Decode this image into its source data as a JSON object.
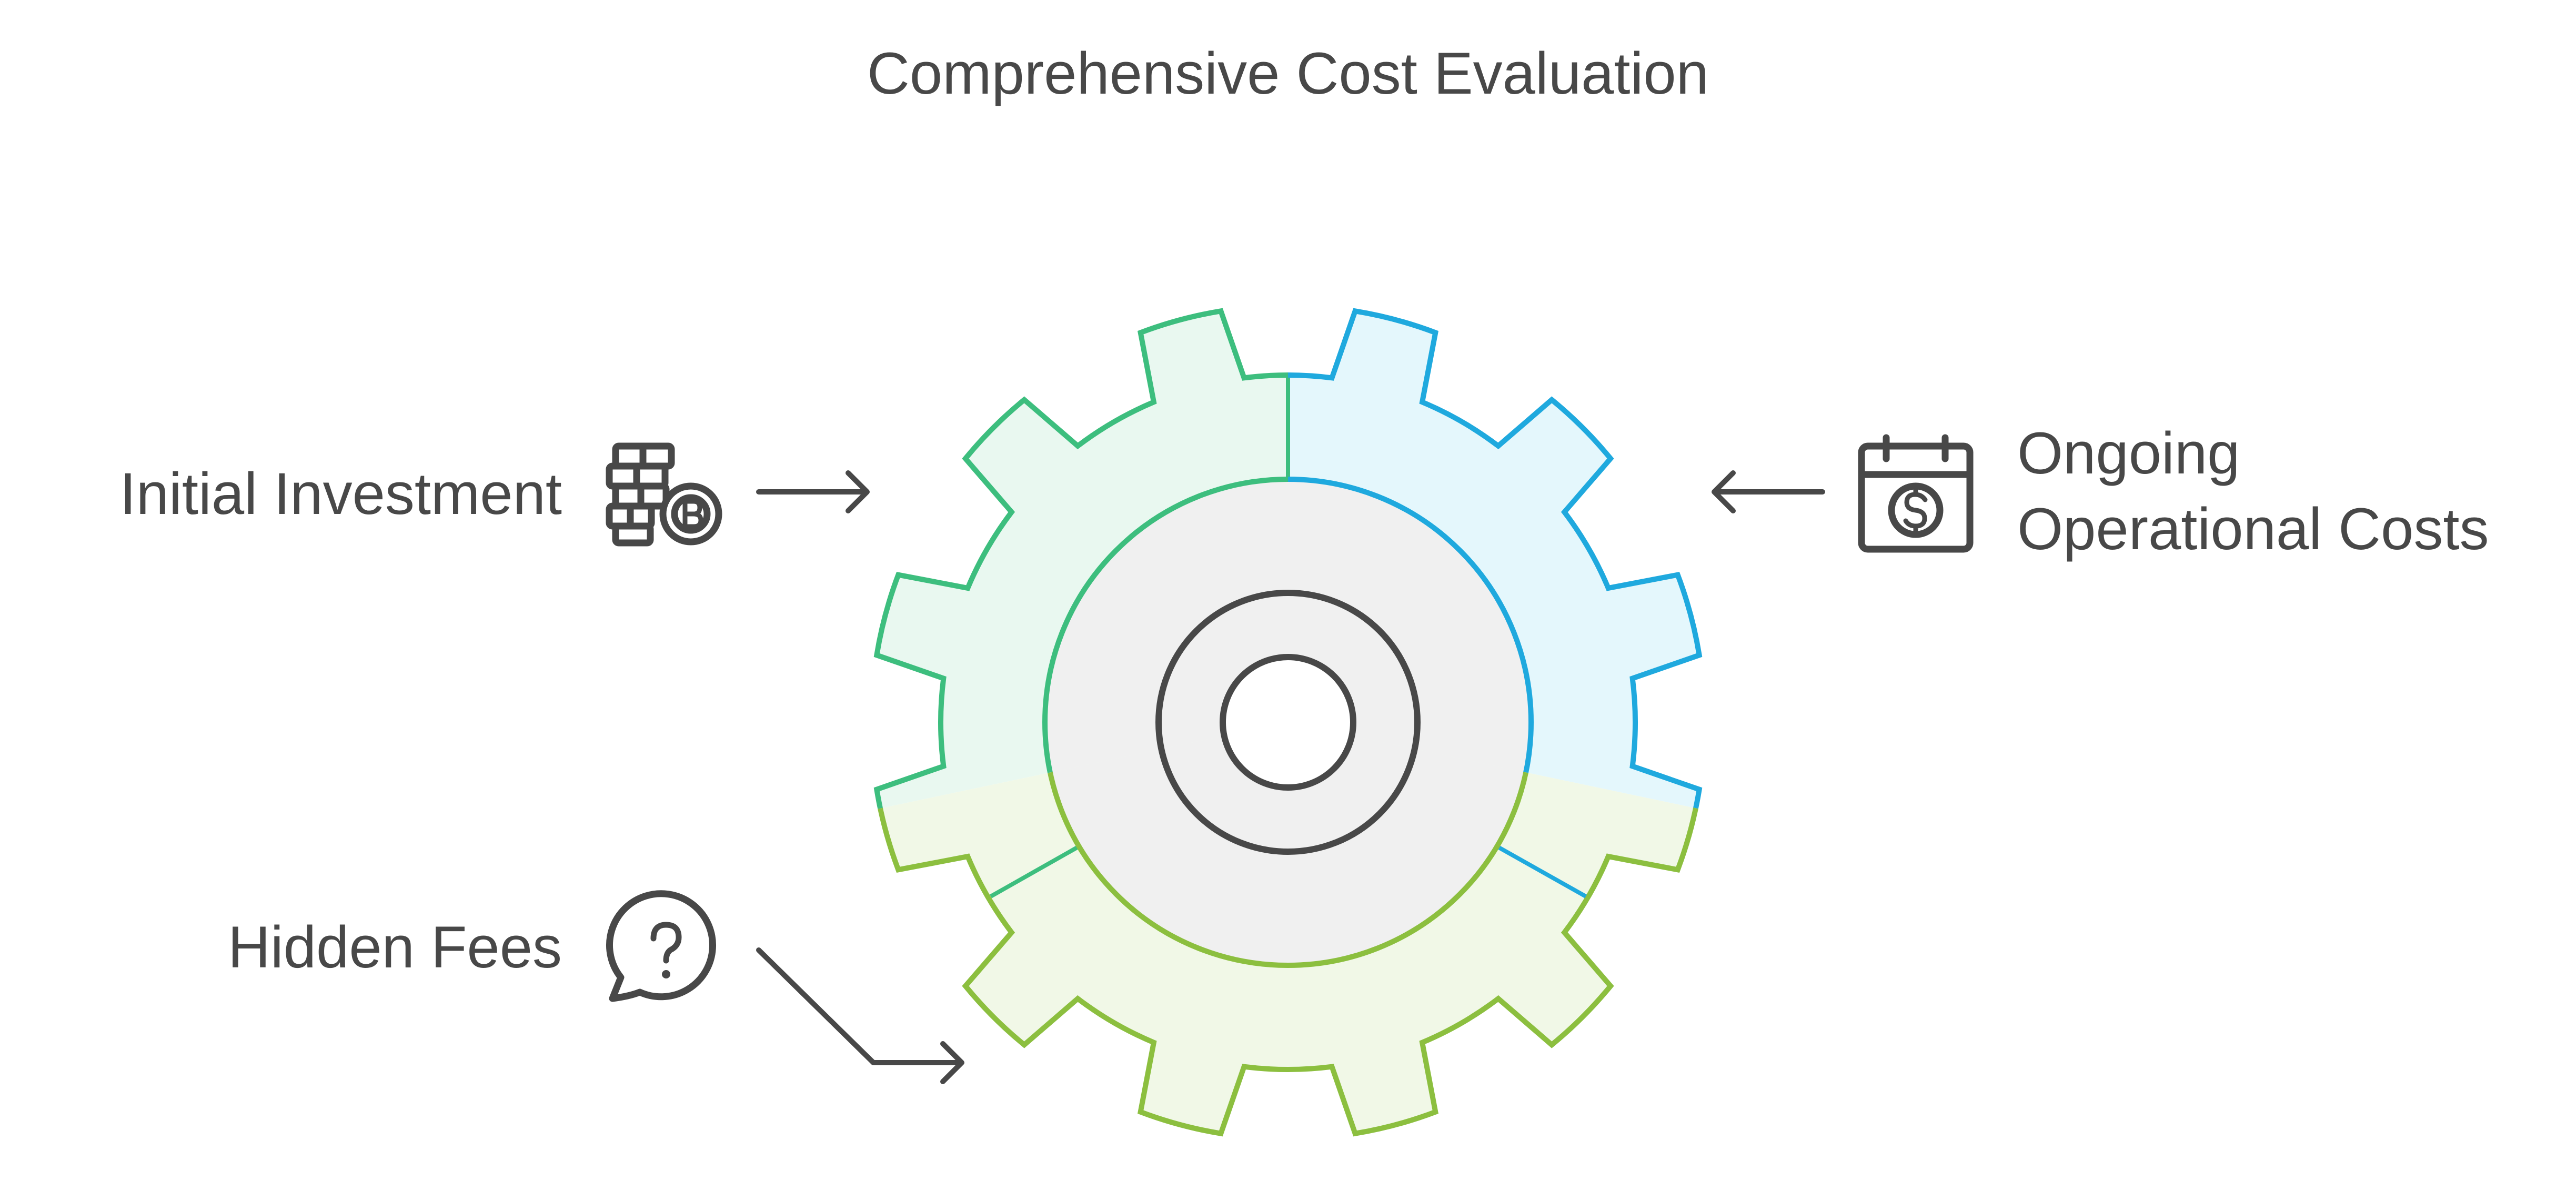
{
  "title": "Comprehensive Cost Evaluation",
  "segments": [
    {
      "id": "initial",
      "label_lines": [
        "Initial Investment"
      ],
      "icon": "coins-bitcoin-icon",
      "stroke": "#3DBE7E",
      "fill": "#E9F8F0"
    },
    {
      "id": "ongoing",
      "label_lines": [
        "Ongoing",
        "Operational Costs"
      ],
      "icon": "calendar-dollar-icon",
      "stroke": "#1FA9DE",
      "fill": "#E4F7FC"
    },
    {
      "id": "hidden",
      "label_lines": [
        "Hidden Fees"
      ],
      "icon": "question-bubble-icon",
      "stroke": "#8CBF3F",
      "fill": "#F1F8E7"
    }
  ],
  "colors": {
    "text": "#484848",
    "hub_fill": "#F0F0F0",
    "hub_stroke": "#484848"
  }
}
